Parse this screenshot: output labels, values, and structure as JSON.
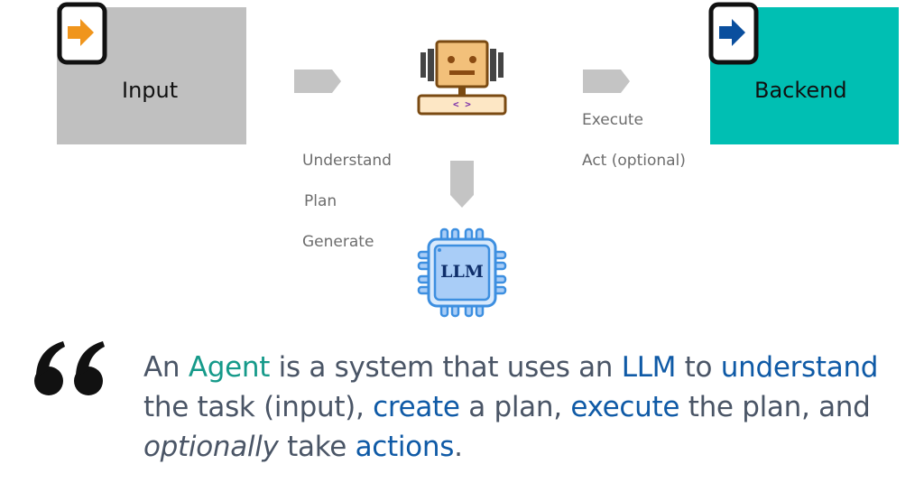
{
  "input_box": {
    "label": "Input",
    "fill": "#c0c0c0",
    "icon": "arrow-right-in-icon",
    "icon_color": "#f0951c"
  },
  "backend_box": {
    "label": "Backend",
    "fill": "#00bfb3",
    "icon": "arrow-right-out-icon",
    "icon_color": "#0a4f9e"
  },
  "agent_icon": {
    "name": "robot-agent-icon",
    "glyph": "< >"
  },
  "llm_chip": {
    "label": "LLM",
    "fill": "#a9cdf7",
    "stroke": "#3d8fe0"
  },
  "left_steps": [
    "Understand",
    "Plan",
    "Generate"
  ],
  "right_steps": [
    "Execute",
    "Act (optional)"
  ],
  "arrow_color": "#c4c4c4",
  "quote": {
    "w1": "An ",
    "agent": "Agent",
    "w2": " is a system that uses an ",
    "llm": "LLM",
    "w3": " to ",
    "understand": "understand",
    "w4": "the task (input), ",
    "create": "create",
    "w5": " a plan, ",
    "execute": "execute",
    "w6": " the plan, and",
    "optionally": "optionally",
    "w7": " take ",
    "actions": "actions",
    "w8": "."
  }
}
